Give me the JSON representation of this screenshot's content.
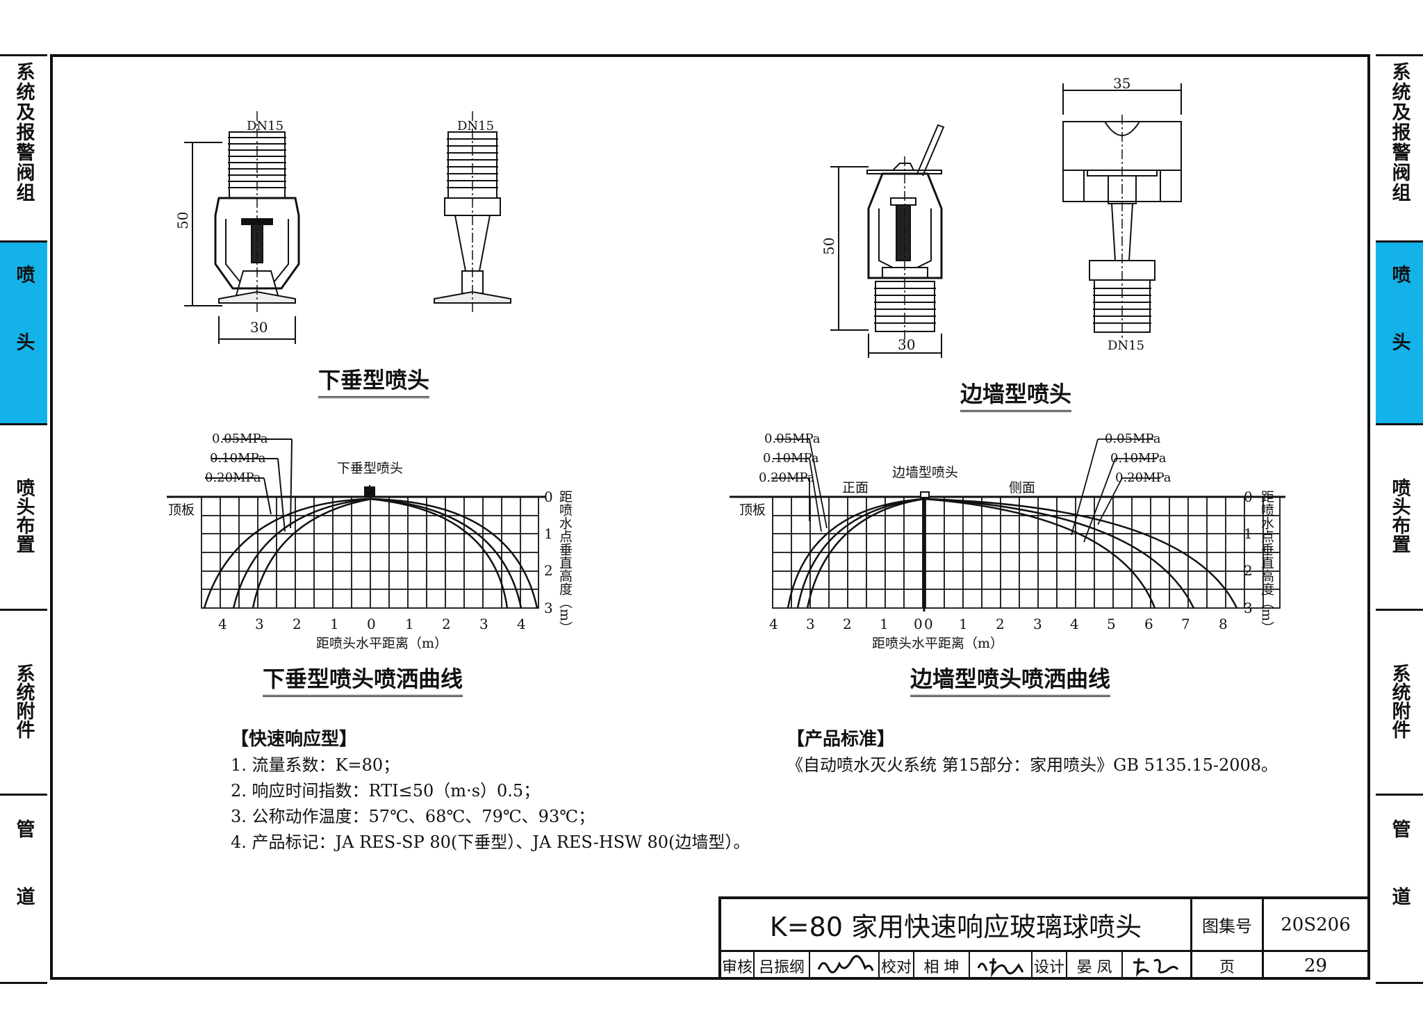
{
  "side_tabs": [
    {
      "label": "系统及报警阀组",
      "active": false
    },
    {
      "label": "喷头",
      "active": true
    },
    {
      "label": "喷头布置",
      "active": false
    },
    {
      "label": "系统附件",
      "active": false
    },
    {
      "label": "管道",
      "active": false
    }
  ],
  "pendent": {
    "dn_label_a": "DN15",
    "dn_label_b": "DN15",
    "height_dim": "50",
    "width_dim": "30",
    "title": "下垂型喷头"
  },
  "sidewall": {
    "width_top_dim": "35",
    "height_dim": "50",
    "width_dim": "30",
    "dn_label": "DN15",
    "title": "边墙型喷头"
  },
  "pendent_curve": {
    "title": "下垂型喷头喷洒曲线",
    "head_label": "下垂型喷头",
    "ceiling_label": "顶板",
    "x_axis_label": "距喷头水平距离（m）",
    "y_axis_label": "距喷水点垂直高度（m）",
    "pressures": [
      "0.05MPa",
      "0.10MPa",
      "0.20MPa"
    ],
    "x_ticks": [
      "4",
      "3",
      "2",
      "1",
      "0",
      "1",
      "2",
      "3",
      "4"
    ],
    "y_ticks": [
      "0",
      "1",
      "2",
      "3"
    ]
  },
  "sidewall_curve": {
    "title": "边墙型喷头喷洒曲线",
    "head_label": "边墙型喷头",
    "front_label": "正面",
    "side_label": "侧面",
    "ceiling_label": "顶板",
    "x_axis_label": "距喷头水平距离（m）",
    "y_axis_label": "距喷水点垂直高度（m）",
    "pressures_left": [
      "0.05MPa",
      "0.10MPa",
      "0.20MPa"
    ],
    "pressures_right": [
      "0.05MPa",
      "0.10MPa",
      "0.20MPa"
    ],
    "x_ticks_left": [
      "4",
      "3",
      "2",
      "1",
      "0"
    ],
    "x_ticks_right": [
      "0",
      "1",
      "2",
      "3",
      "4",
      "5",
      "6",
      "7",
      "8"
    ],
    "y_ticks": [
      "0",
      "1",
      "2",
      "3"
    ]
  },
  "notes_left": {
    "heading": "【快速响应型】",
    "items": [
      "1. 流量系数：K=80；",
      "2. 响应时间指数：RTI≤50（m·s）0.5；",
      "3. 公称动作温度：57℃、68℃、79℃、93℃；",
      "4. 产品标记：JA RES-SP 80(下垂型）、JA RES-HSW 80(边墙型）。"
    ]
  },
  "notes_right": {
    "heading": "【产品标准】",
    "items": [
      "《自动喷水灭火系统 第15部分：家用喷头》GB 5135.15-2008。"
    ]
  },
  "title_block": {
    "drawing_title": "K=80 家用快速响应玻璃球喷头",
    "atlas_label": "图集号",
    "atlas_no": "20S206",
    "review_label": "审核",
    "reviewer": "吕振纲",
    "check_label": "校对",
    "checker": "相 坤",
    "design_label": "设计",
    "designer": "晏 凤",
    "page_label": "页",
    "page_no": "29"
  }
}
